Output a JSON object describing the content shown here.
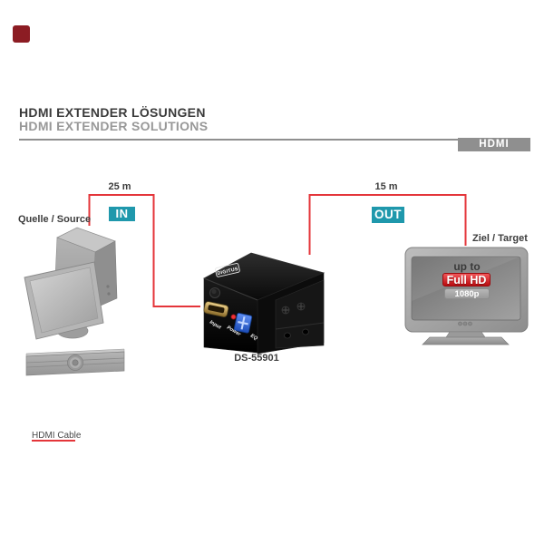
{
  "header": {
    "title_de": "HDMI EXTENDER LÖSUNGEN",
    "title_en": "HDMI EXTENDER SOLUTIONS",
    "category_badge": "HDMI",
    "title_color": "#3b3b3b",
    "subtitle_color": "#989898",
    "badge_bg": "#8f8f8f"
  },
  "brand": {
    "mark_color": "#8c1c23"
  },
  "diagram": {
    "source_label": "Quelle / Source",
    "target_label": "Ziel / Target",
    "in_badge": "IN",
    "out_badge": "OUT",
    "in_cable_length": "25 m",
    "out_cable_length": "15 m",
    "badge_color": "#1f98ac",
    "cable_color": "#e4353a",
    "device": {
      "model": "DS-55901",
      "brand": "DIGITUS",
      "port_labels": [
        "Input",
        "Power",
        "EQ"
      ]
    },
    "tv": {
      "line1": "up to",
      "line2": "Full HD",
      "line3": "1080p",
      "fullhd_color": "#c00d12"
    }
  },
  "legend": {
    "cable_label": "HDMI Cable"
  }
}
